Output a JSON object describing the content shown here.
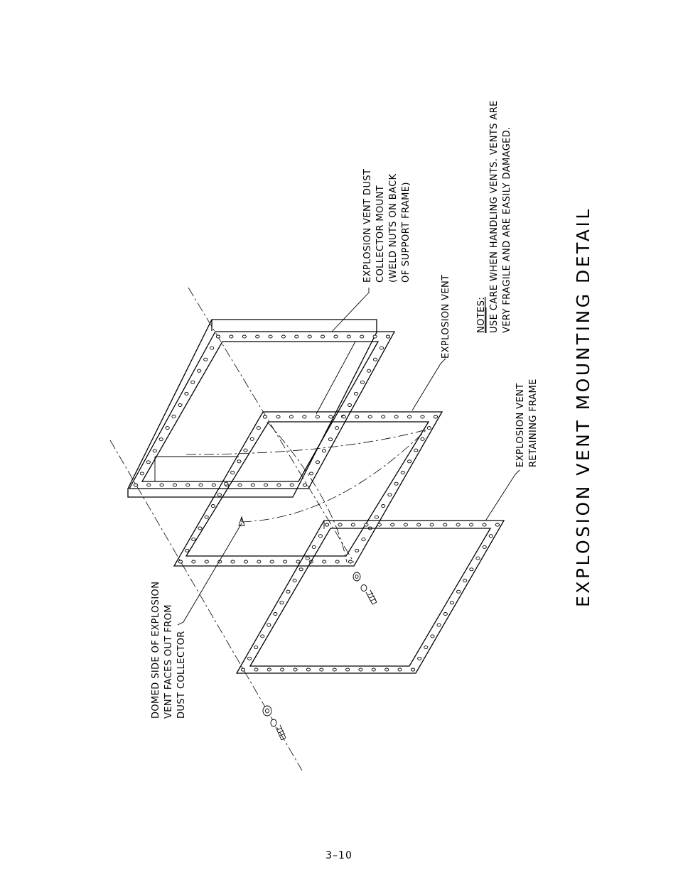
{
  "drawing": {
    "title": "EXPLOSION VENT MOUNTING DETAIL",
    "page_number": "3–10",
    "labels": {
      "mount": [
        "EXPLOSION VENT DUST",
        "COLLECTOR MOUNT",
        "(WELD NUTS ON BACK",
        "OF SUPPORT FRAME)"
      ],
      "vent": [
        "EXPLOSION VENT"
      ],
      "retaining": [
        "EXPLOSION VENT",
        "RETAINING FRAME"
      ],
      "domed": [
        "DOMED SIDE OF EXPLOSION",
        "VENT FACES OUT FROM",
        "DUST COLLECTOR"
      ]
    },
    "notes": {
      "heading": "NOTES:",
      "lines": [
        "USE CARE WHEN HANDLING VENTS. VENTS ARE",
        "VERY FRAGILE AND ARE EASILY DAMAGED."
      ]
    }
  }
}
